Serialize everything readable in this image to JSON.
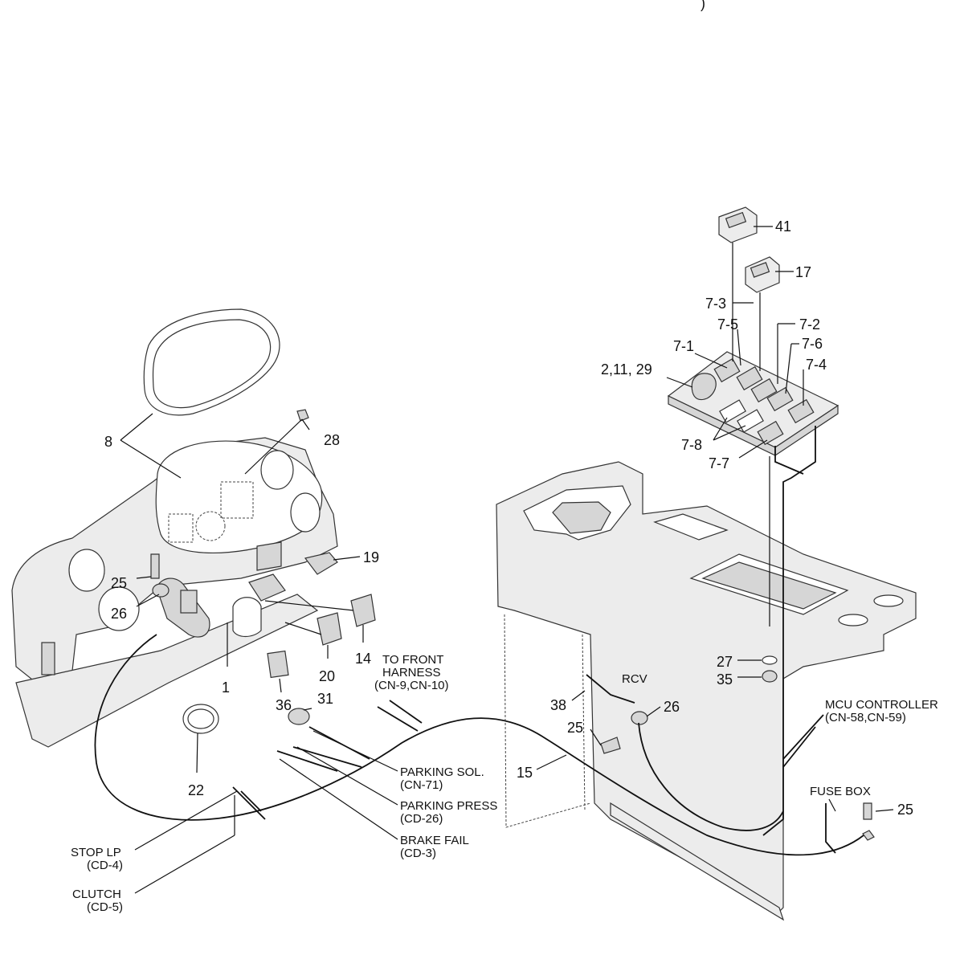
{
  "top_fragment": ")",
  "callouts": {
    "c41": "41",
    "c17": "17",
    "c7_3": "7-3",
    "c7_5": "7-5",
    "c7_2": "7-2",
    "c7_1": "7-1",
    "c7_6": "7-6",
    "c2_11_29": "2,11, 29",
    "c7_4": "7-4",
    "c7_8": "7-8",
    "c7_7": "7-7",
    "c8": "8",
    "c28": "28",
    "c19": "19",
    "c25_left": "25",
    "c26_left": "26",
    "c1": "1",
    "c36": "36",
    "c31": "31",
    "c20": "20",
    "c14": "14",
    "c22": "22",
    "c27": "27",
    "c35": "35",
    "c38": "38",
    "c26_right": "26",
    "c25_mid": "25",
    "c15": "15",
    "c25_right": "25"
  },
  "connectors": {
    "front_harness_1": "TO FRONT",
    "front_harness_2": "HARNESS",
    "front_harness_3": "(CN-9,CN-10)",
    "rcv": "RCV",
    "mcu_1": "MCU CONTROLLER",
    "mcu_2": "(CN-58,CN-59)",
    "fuse_box": "FUSE BOX",
    "parking_sol_1": "PARKING SOL.",
    "parking_sol_2": "(CN-71)",
    "parking_press_1": "PARKING PRESS",
    "parking_press_2": "(CD-26)",
    "brake_fail_1": "BRAKE FAIL",
    "brake_fail_2": "(CD-3)",
    "stop_lp_1": "STOP LP",
    "stop_lp_2": "(CD-4)",
    "clutch_1": "CLUTCH",
    "clutch_2": "(CD-5)"
  }
}
